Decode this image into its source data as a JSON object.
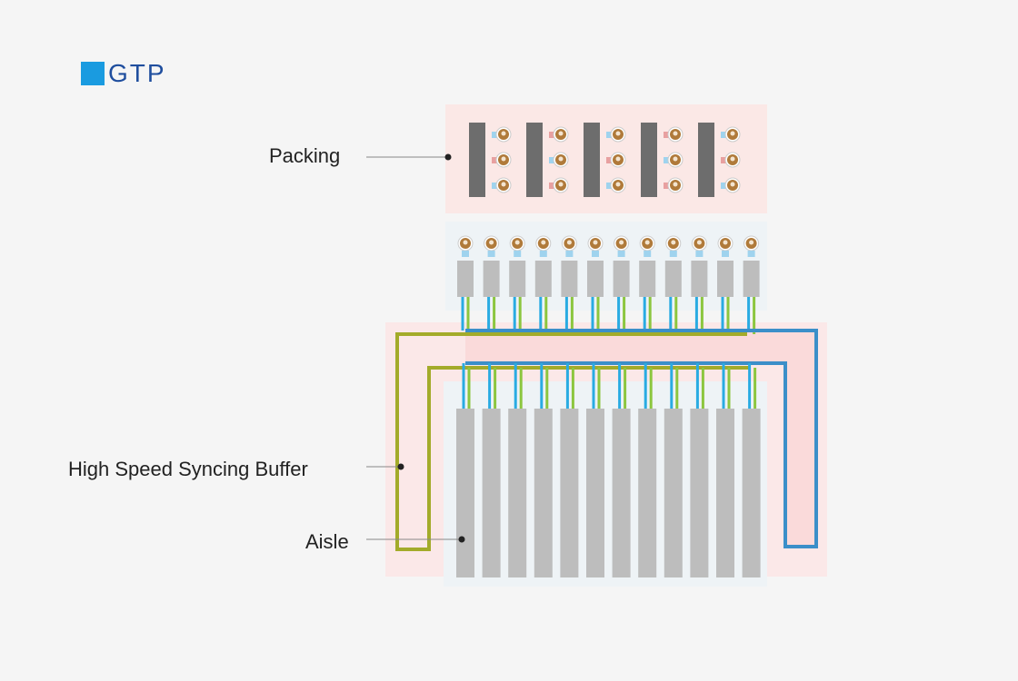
{
  "logo": {
    "text": "GTP",
    "icon": "blue-square-icon",
    "color": "#1a9be0",
    "text_color": "#1f4e9e"
  },
  "labels": {
    "packing": "Packing",
    "buffer": "High Speed Syncing Buffer",
    "aisle": "Aisle"
  },
  "diagram": {
    "packing_stations": 5,
    "robots_per_station": 3,
    "picking_robots": 12,
    "aisles": 12,
    "colors": {
      "packing_bg": "#fbe8e6",
      "zone_bg": "#fbe8e8",
      "buffer_bg": "#fadada",
      "station_bar": "#6d6d6d",
      "aisle_bar": "#bdbdbd",
      "robot_arm": "#b07a3a",
      "conveyor_blue": "#3b8fc9",
      "conveyor_olive": "#a3ab2a",
      "conveyor_green": "#8cc63f",
      "conveyor_light_blue": "#29abe2",
      "tote_blue": "#9fd3ee",
      "tote_red": "#e8a0a0",
      "leader_line": "#888888"
    }
  }
}
